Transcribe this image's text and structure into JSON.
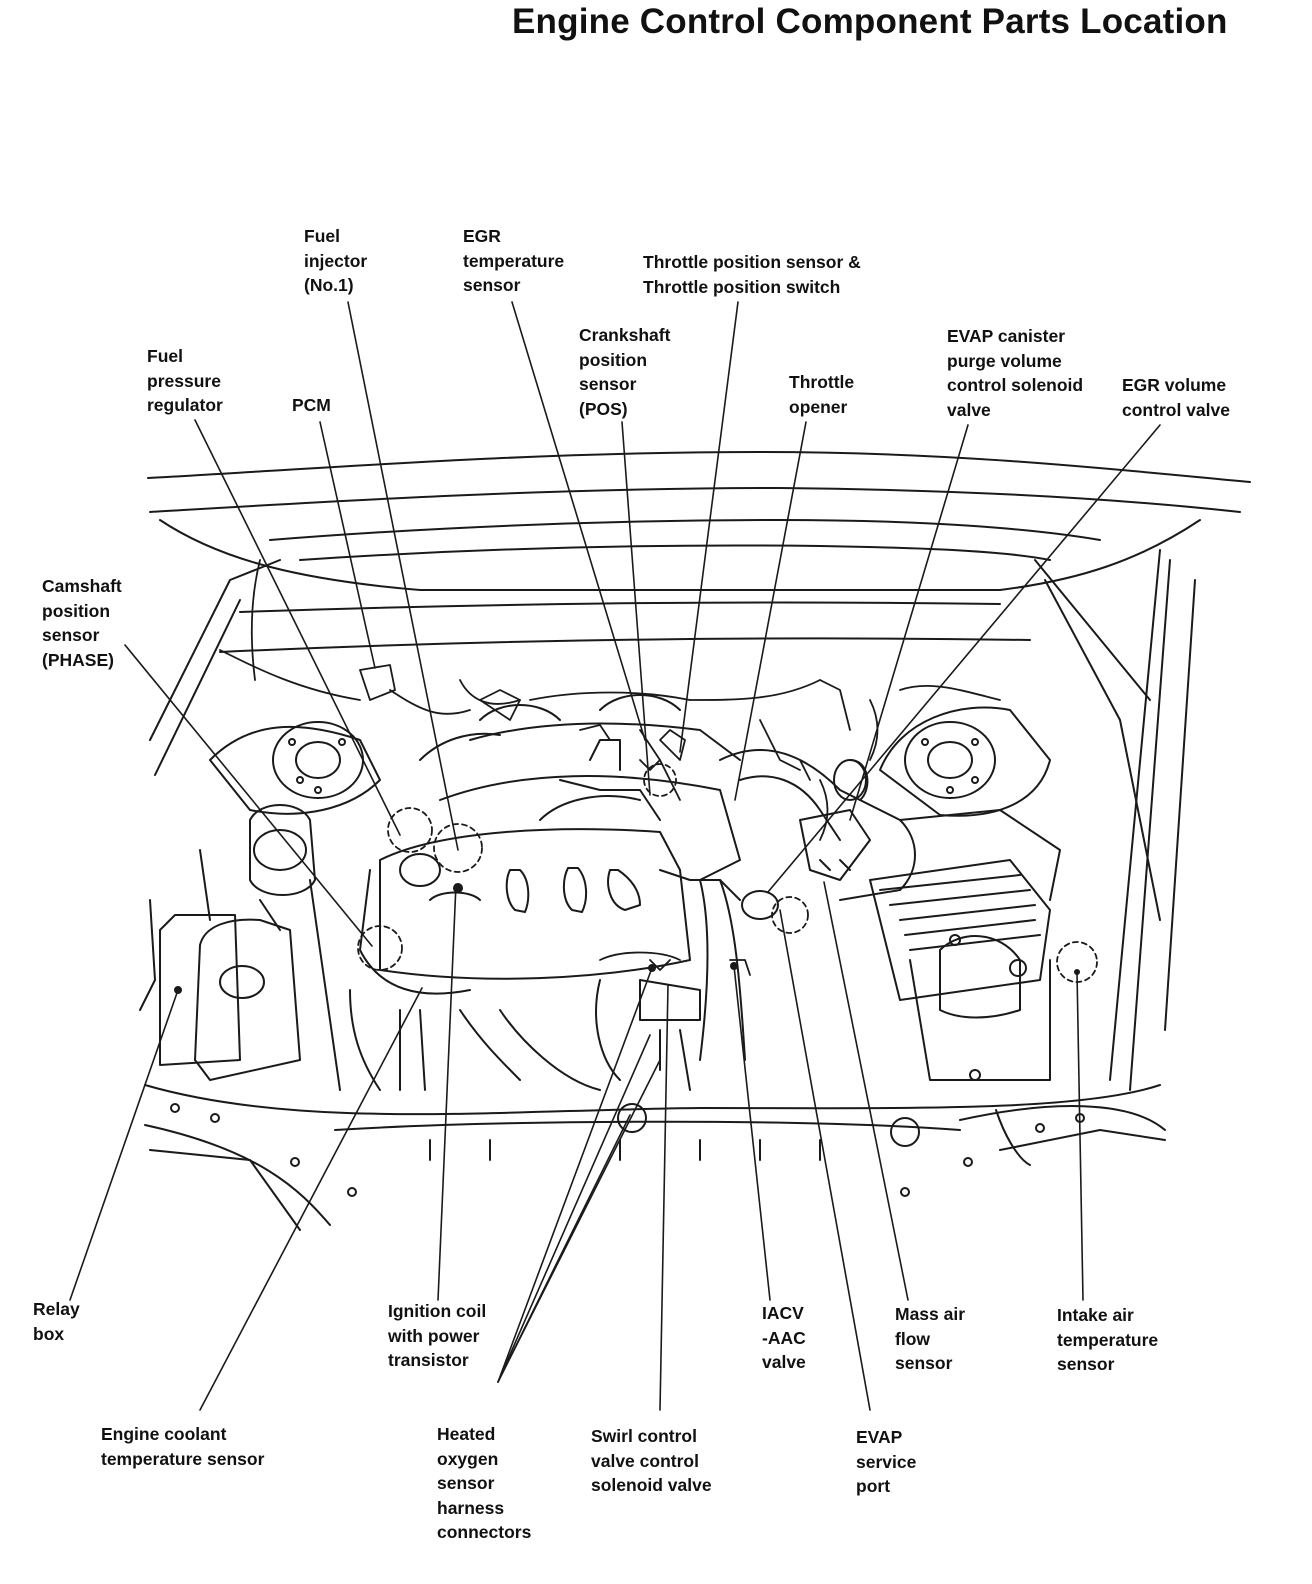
{
  "title": "Engine Control Component Parts Location",
  "labels": {
    "fuel_injector": "Fuel\ninjector\n(No.1)",
    "egr_temp_sensor": "EGR\ntemperature\nsensor",
    "throttle_position": "Throttle position sensor &\nThrottle position switch",
    "crankshaft_sensor": "Crankshaft\nposition\nsensor\n(POS)",
    "fuel_pressure_regulator": "Fuel\npressure\nregulator",
    "pcm": "PCM",
    "throttle_opener": "Throttle\nopener",
    "evap_purge_valve": "EVAP canister\npurge volume\ncontrol solenoid\nvalve",
    "egr_volume_valve": "EGR volume\ncontrol valve",
    "camshaft_sensor": "Camshaft\nposition\nsensor\n(PHASE)",
    "relay_box": "Relay\nbox",
    "ignition_coil": "Ignition coil\nwith power\ntransistor",
    "iacv_aac": "IACV\n-AAC\nvalve",
    "mass_air_flow": "Mass air\nflow\nsensor",
    "intake_air_temp": "Intake air\ntemperature\nsensor",
    "engine_coolant_temp": "Engine coolant\ntemperature sensor",
    "heated_o2_connectors": "Heated\noxygen\nsensor\nharness\nconnectors",
    "swirl_control": "Swirl control\nvalve control\nsolenoid valve",
    "evap_service_port": "EVAP\nservice\nport"
  }
}
